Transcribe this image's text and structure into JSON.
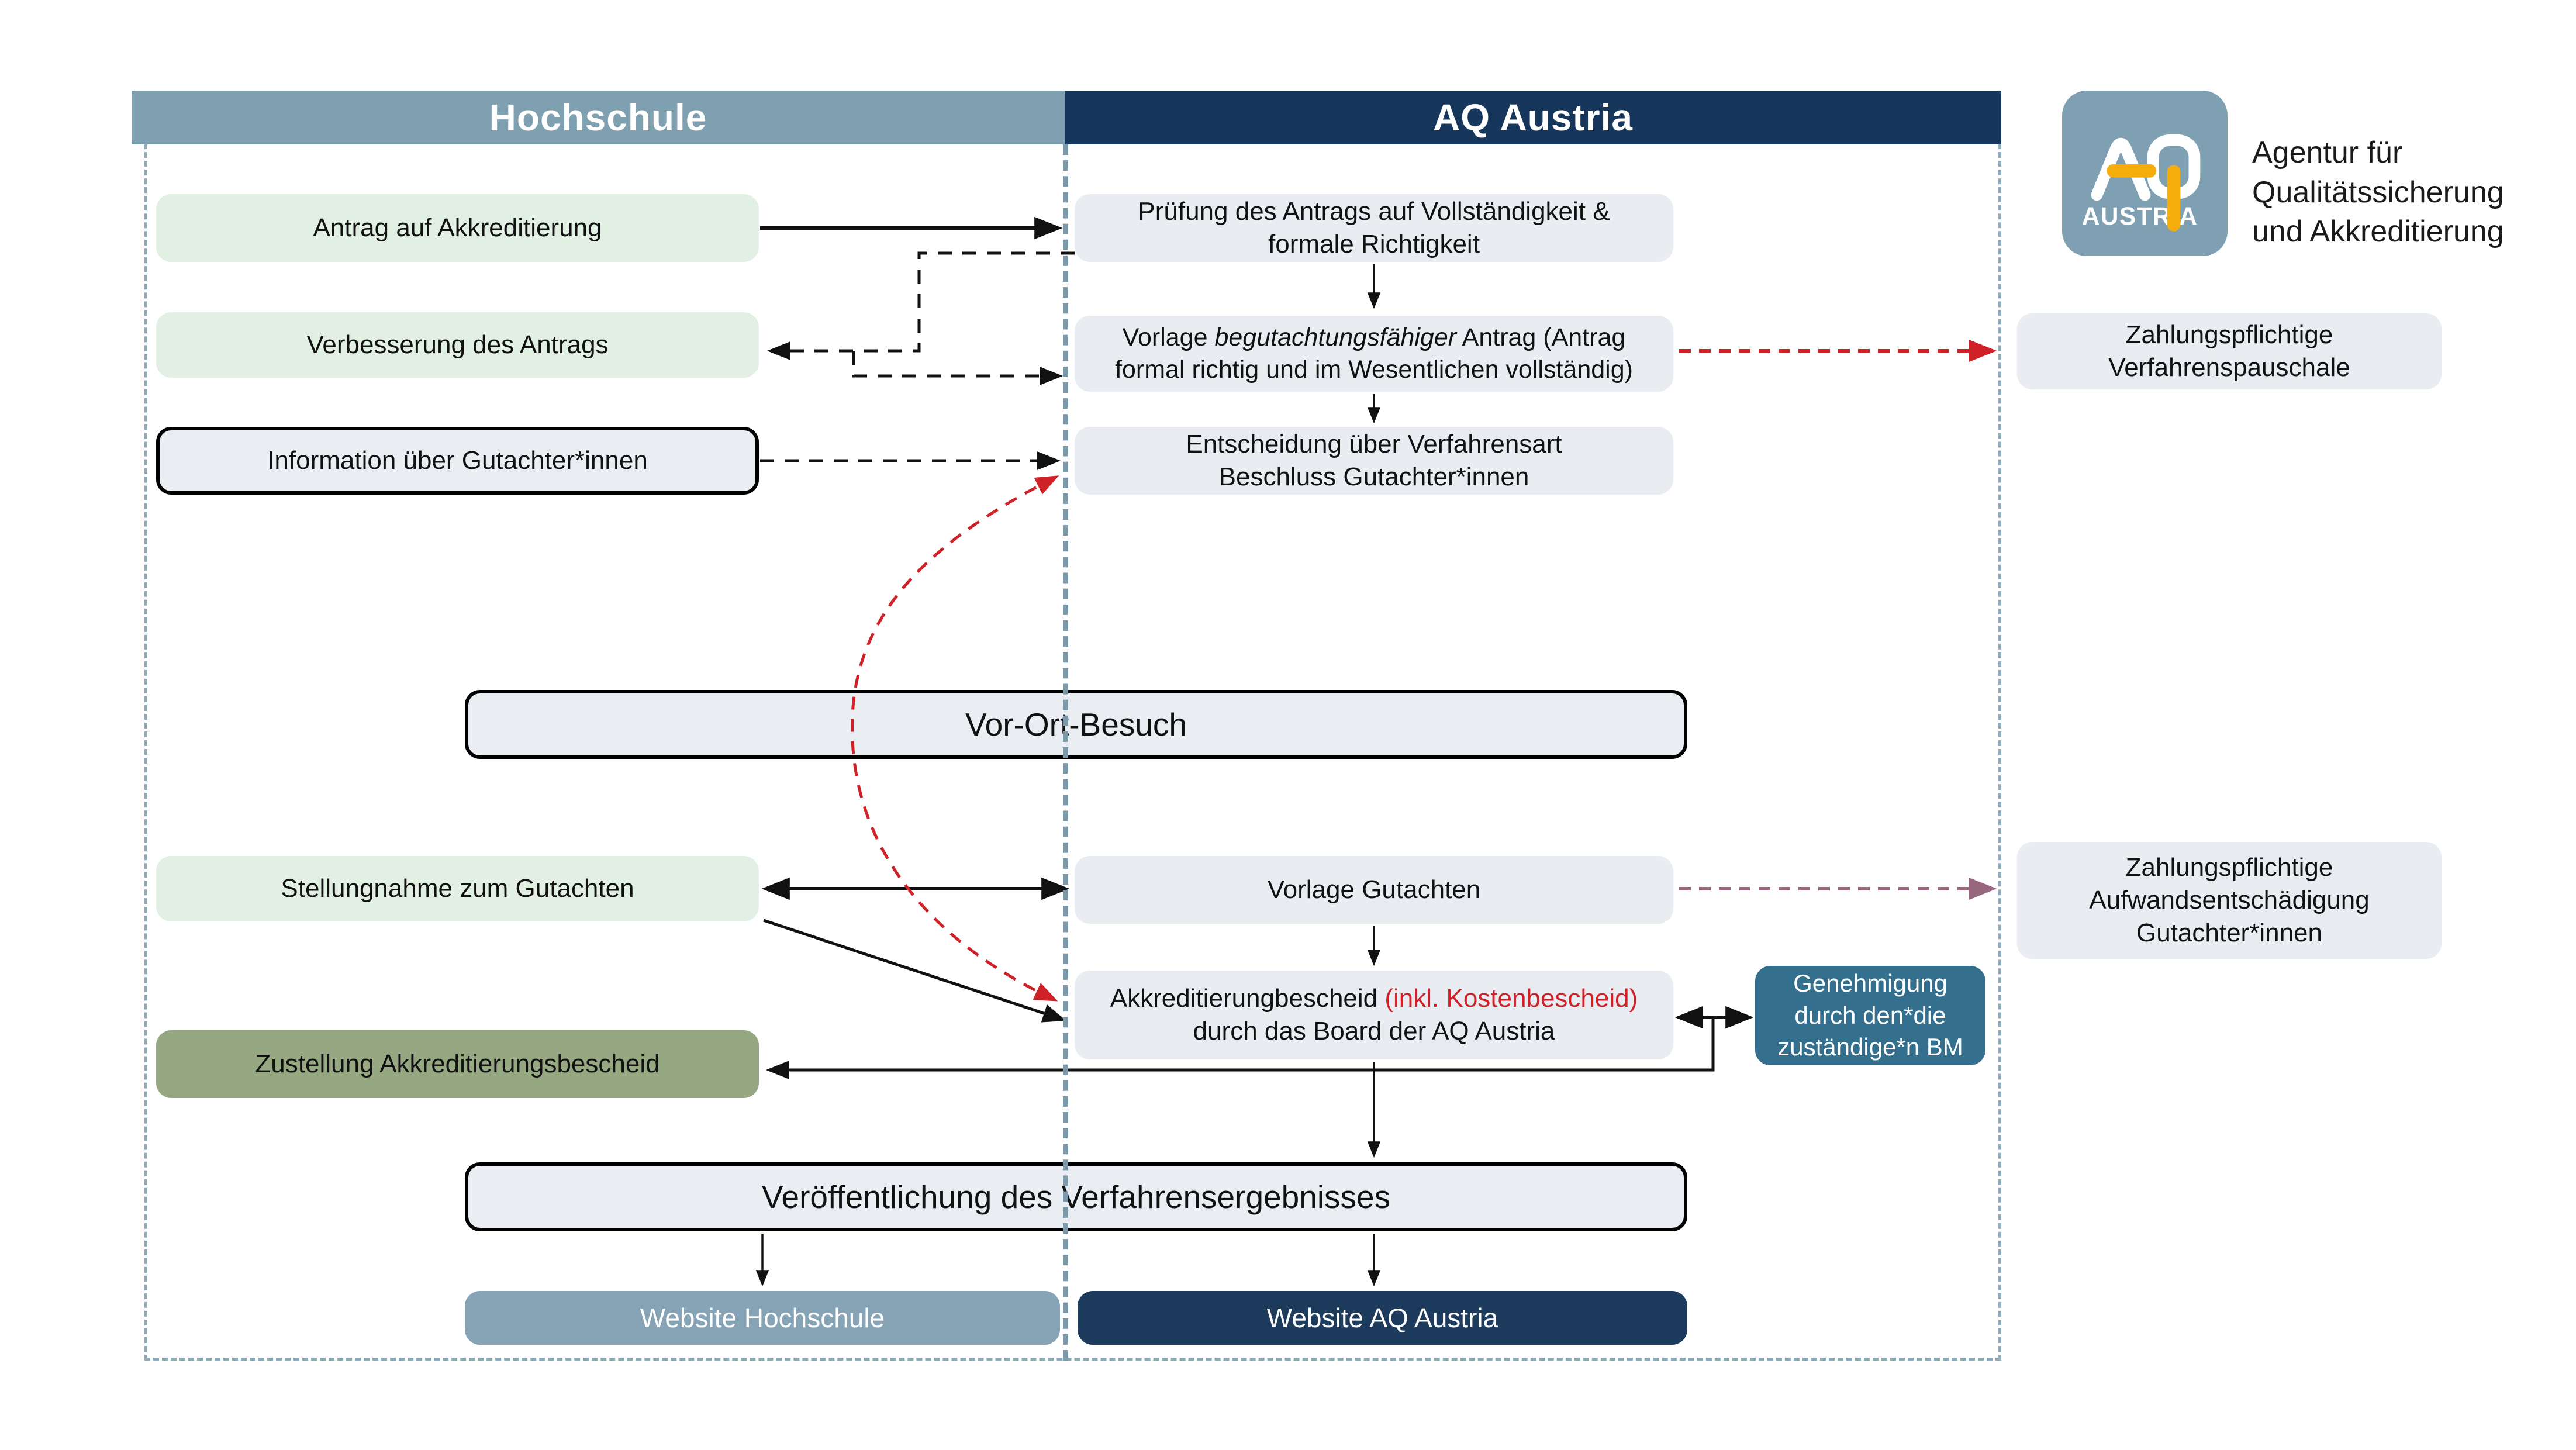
{
  "headers": {
    "left_column": "Hochschule",
    "right_column": "AQ Austria"
  },
  "logo": {
    "acronym": "AQ",
    "wordmark": "AUSTRIA",
    "tagline": "Agentur für\nQualitätssicherung\nund Akkreditierung"
  },
  "hochschule_column": {
    "antrag": "Antrag auf Akkreditierung",
    "verbesserung": "Verbesserung des Antrags",
    "information": "Information über Gutachter*innen",
    "stellungnahme": "Stellungnahme zum Gutachten",
    "zustellung": "Zustellung Akkreditierungsbescheid",
    "website": "Website Hochschule"
  },
  "aq_column": {
    "pruefung": "Prüfung des Antrags auf Vollständigkeit &\nformale Richtigkeit",
    "vorlage_antrag_pre": "Vorlage ",
    "vorlage_antrag_italic": "begutachtungsfähiger",
    "vorlage_antrag_post": " Antrag (Antrag",
    "vorlage_antrag_line2": "formal richtig und im Wesentlichen vollständig)",
    "entscheidung": "Entscheidung über Verfahrensart\nBeschluss Gutachter*innen",
    "vorlage_gutachten": "Vorlage Gutachten",
    "bescheid_line1_black": "Akkreditierungbescheid ",
    "bescheid_line1_red": "(inkl. Kostenbescheid)",
    "bescheid_line2": "durch das Board der AQ Austria",
    "website": "Website AQ Austria"
  },
  "shared_boxes": {
    "vor_ort_besuch": "Vor-Ort-Besuch",
    "veroeffentlichung": "Veröffentlichung des Verfahrensergebnisses"
  },
  "right_side": {
    "verfahrenspauschale": "Zahlungspflichtige\nVerfahrenspauschale",
    "aufwandsentschaedigung": "Zahlungspflichtige\nAufwandsentschädigung\nGutachter*innen",
    "genehmigung": "Genehmigung durch den*die zuständige*n BM"
  },
  "colors": {
    "header_left_bg": "#7fa0b1",
    "header_right_bg": "#16365c",
    "green_box": "#e2efe3",
    "gray_box": "#e9edf2",
    "olive_box": "#95a882",
    "teal_box": "#34708e",
    "website_hochschule_bg": "#86a4b6",
    "website_aq_bg": "#1d3b5d",
    "red_accent": "#cf2127",
    "mauve_arrow": "#97677e",
    "frame_dash": "#8fa9b6",
    "logo_bg": "#7fa0b2",
    "logo_yellow": "#f5ad0e"
  }
}
